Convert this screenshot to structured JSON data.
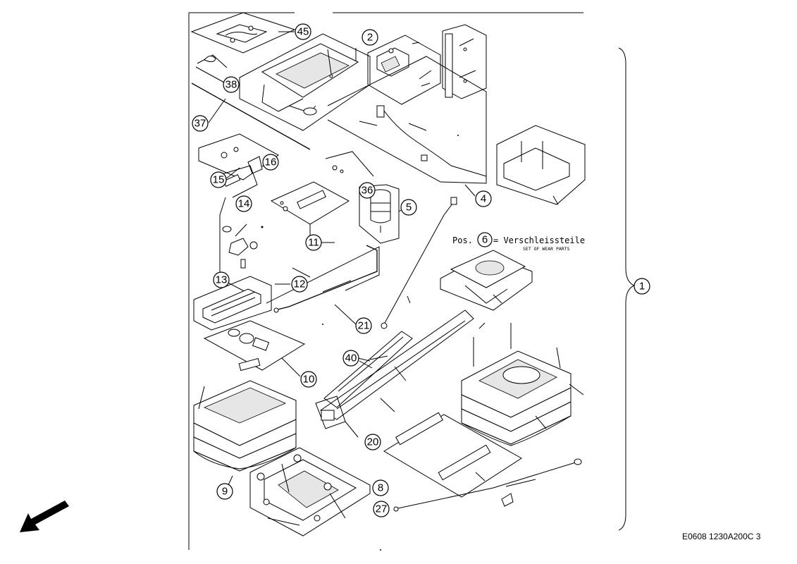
{
  "callouts": {
    "c1": "1",
    "c2": "2",
    "c4": "4",
    "c5": "5",
    "c6": "6",
    "c8": "8",
    "c9": "9",
    "c10": "10",
    "c11": "11",
    "c12": "12",
    "c13": "13",
    "c14": "14",
    "c15": "15",
    "c16": "16",
    "c20": "20",
    "c21": "21",
    "c27": "27",
    "c36": "36",
    "c37": "37",
    "c38": "38",
    "c40": "40",
    "c45": "45"
  },
  "legend": {
    "pos_prefix": "Pos.",
    "pos_suffix": "= Verschleissteile",
    "wear_parts": "SET OF WEAR PARTS"
  },
  "drawing_code": "E0608 1230A200C 3",
  "colors": {
    "line": "#000000",
    "background": "#ffffff"
  },
  "icons": {
    "direction_arrow": "arrow-down-left-icon"
  }
}
